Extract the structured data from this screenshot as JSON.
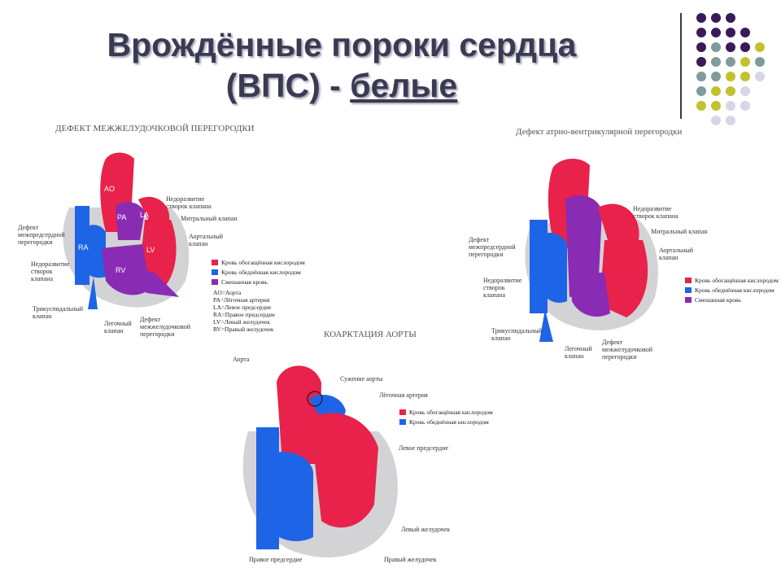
{
  "slide": {
    "title_line1": "Врождённые пороки сердца",
    "title_line2": "(ВПС) - ",
    "title_underlined": "белые"
  },
  "colors": {
    "arterial": "#e8224a",
    "venous": "#1e64e6",
    "mixed": "#8a2bb4",
    "outline": "#c8c8cc",
    "dot_purple": "#3b1a5a",
    "dot_teal": "#7f9b9b",
    "dot_olive": "#c2c22e",
    "dot_lavender": "#d8d6e6"
  },
  "decor": {
    "dot_grid_rows": [
      [
        "purple",
        "purple",
        "purple",
        "none",
        "none"
      ],
      [
        "purple",
        "purple",
        "purple",
        "purple",
        "none"
      ],
      [
        "purple",
        "teal",
        "purple",
        "purple",
        "olive"
      ],
      [
        "purple",
        "teal",
        "teal",
        "olive",
        "teal"
      ],
      [
        "teal",
        "teal",
        "olive",
        "olive",
        "lavender"
      ],
      [
        "teal",
        "olive",
        "olive",
        "lavender",
        "none"
      ],
      [
        "olive",
        "olive",
        "lavender",
        "lavender",
        "none"
      ],
      [
        "none",
        "lavender",
        "lavender",
        "none",
        "none"
      ]
    ]
  },
  "vsd": {
    "heading": "ДЕФЕКТ МЕЖЖЕЛУДОЧКОВОЙ ПЕРЕГОРОДКИ",
    "chambers": [
      "AO",
      "PA",
      "LA",
      "RA",
      "LV",
      "RV"
    ],
    "labels": {
      "mitral_valve_right": "Недоразвитие\nстворок клапана",
      "mitral": "Митральный клапан",
      "aortic_valve": "Аортальный\nклапан",
      "septal_defect_left": "Дефект\nмежпредсердной\nперегородки",
      "underdeveloped_left": "Недоразвитие\nстворок\nклапана",
      "tricuspid": "Трикуспидальный\nклапан",
      "pulmonary_valve": "Легочный\nклапан",
      "septal_defect_bottom": "Дефект\nмежжелудочковой\nперегородки"
    },
    "legend": [
      {
        "label": "Кровь обогащённая кислородом",
        "color": "arterial"
      },
      {
        "label": "Кровь обеднённая кислородом",
        "color": "venous"
      },
      {
        "label": "Смешанная кровь",
        "color": "mixed"
      }
    ],
    "abbreviations": [
      "AO=Аорта",
      "PA=Лёгочная артерия",
      "LA=Левое предсердие",
      "RA=Правое предсердие",
      "LV=Левый желудочек",
      "RV=Правый желудочек"
    ]
  },
  "avsd": {
    "heading": "Дефект атрио-вентрикулярной перегородки",
    "labels": {
      "underdeveloped_top": "Недоразвитие\nстворок клапана",
      "mitral": "Митральный клапан",
      "aortic": "Аортальный\nклапан",
      "septal_defect_left": "Дефект\nмежпредсердной\nперегородки",
      "underdeveloped_left": "Недоразвитие\nстворок\nклапана",
      "tricuspid": "Трикуспидальный\nклапан",
      "pulmonary": "Легочный\nклапан",
      "septal_defect_bottom": "Дефект\nмежжелудочковой\nперегородки"
    },
    "legend": [
      {
        "label": "Кровь обогащённая кислородом",
        "color": "arterial"
      },
      {
        "label": "Кровь обеднённая кислородом",
        "color": "venous"
      },
      {
        "label": "Смешанная кровь",
        "color": "mixed"
      }
    ]
  },
  "coarctation": {
    "heading": "КОАРКТАЦИЯ АОРТЫ",
    "labels": {
      "aorta": "Аорта",
      "narrowing": "Сужение аорты",
      "pulmonary_artery": "Лёгочная артерия",
      "left_atrium": "Левое предсердие",
      "left_ventricle": "Левый желудочек",
      "right_atrium": "Правое предсердие",
      "right_ventricle": "Правый желудочек"
    },
    "legend": [
      {
        "label": "Кровь обогащённая кислородом",
        "color": "arterial"
      },
      {
        "label": "Кровь обеднённая кислородом",
        "color": "venous"
      }
    ]
  }
}
